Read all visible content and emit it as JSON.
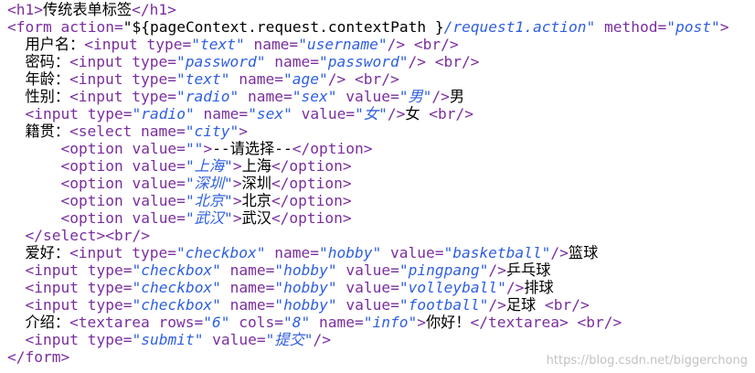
{
  "lines": [
    [
      [
        "t",
        "<h1>"
      ],
      [
        "x",
        "传统表单标签"
      ],
      [
        "t",
        "</h1>"
      ]
    ],
    [
      [
        "t",
        "<form "
      ],
      [
        "a",
        "action="
      ],
      [
        "x",
        "\"${pageContext.request.contextPath }"
      ],
      [
        "v",
        "/request1.action\""
      ],
      [
        "a",
        " method="
      ],
      [
        "v",
        "\"post\""
      ],
      [
        "t",
        ">"
      ]
    ],
    [
      [
        "x",
        "  用户名："
      ],
      [
        "t",
        "<input "
      ],
      [
        "a",
        "type="
      ],
      [
        "v",
        "\"text\""
      ],
      [
        "a",
        " name="
      ],
      [
        "v",
        "\"username\""
      ],
      [
        "t",
        "/>"
      ],
      [
        "x",
        " "
      ],
      [
        "t",
        "<br/>"
      ]
    ],
    [
      [
        "x",
        "  密码："
      ],
      [
        "t",
        "<input "
      ],
      [
        "a",
        "type="
      ],
      [
        "v",
        "\"password\""
      ],
      [
        "a",
        " name="
      ],
      [
        "v",
        "\"password\""
      ],
      [
        "t",
        "/>"
      ],
      [
        "x",
        " "
      ],
      [
        "t",
        "<br/>"
      ]
    ],
    [
      [
        "x",
        "  年龄："
      ],
      [
        "t",
        "<input "
      ],
      [
        "a",
        "type="
      ],
      [
        "v",
        "\"text\""
      ],
      [
        "a",
        " name="
      ],
      [
        "v",
        "\"age\""
      ],
      [
        "t",
        "/>"
      ],
      [
        "x",
        " "
      ],
      [
        "t",
        "<br/>"
      ]
    ],
    [
      [
        "x",
        "  性别："
      ],
      [
        "t",
        "<input "
      ],
      [
        "a",
        "type="
      ],
      [
        "v",
        "\"radio\""
      ],
      [
        "a",
        " name="
      ],
      [
        "v",
        "\"sex\""
      ],
      [
        "a",
        " value="
      ],
      [
        "v",
        "\"男\""
      ],
      [
        "t",
        "/>"
      ],
      [
        "x",
        "男"
      ]
    ],
    [
      [
        "x",
        "  "
      ],
      [
        "t",
        "<input "
      ],
      [
        "a",
        "type="
      ],
      [
        "v",
        "\"radio\""
      ],
      [
        "a",
        " name="
      ],
      [
        "v",
        "\"sex\""
      ],
      [
        "a",
        " value="
      ],
      [
        "v",
        "\"女\""
      ],
      [
        "t",
        "/>"
      ],
      [
        "x",
        "女 "
      ],
      [
        "t",
        "<br/>"
      ]
    ],
    [
      [
        "x",
        "  籍贯："
      ],
      [
        "t",
        "<select "
      ],
      [
        "a",
        "name="
      ],
      [
        "v",
        "\"city\""
      ],
      [
        "t",
        ">"
      ]
    ],
    [
      [
        "x",
        "      "
      ],
      [
        "t",
        "<option "
      ],
      [
        "a",
        "value="
      ],
      [
        "v",
        "\"\""
      ],
      [
        "t",
        ">"
      ],
      [
        "x",
        "--请选择--"
      ],
      [
        "t",
        "</option>"
      ]
    ],
    [
      [
        "x",
        "      "
      ],
      [
        "t",
        "<option "
      ],
      [
        "a",
        "value="
      ],
      [
        "v",
        "\"上海\""
      ],
      [
        "t",
        ">"
      ],
      [
        "x",
        "上海"
      ],
      [
        "t",
        "</option>"
      ]
    ],
    [
      [
        "x",
        "      "
      ],
      [
        "t",
        "<option "
      ],
      [
        "a",
        "value="
      ],
      [
        "v",
        "\"深圳\""
      ],
      [
        "t",
        ">"
      ],
      [
        "x",
        "深圳"
      ],
      [
        "t",
        "</option>"
      ]
    ],
    [
      [
        "x",
        "      "
      ],
      [
        "t",
        "<option "
      ],
      [
        "a",
        "value="
      ],
      [
        "v",
        "\"北京\""
      ],
      [
        "t",
        ">"
      ],
      [
        "x",
        "北京"
      ],
      [
        "t",
        "</option>"
      ]
    ],
    [
      [
        "x",
        "      "
      ],
      [
        "t",
        "<option "
      ],
      [
        "a",
        "value="
      ],
      [
        "v",
        "\"武汉\""
      ],
      [
        "t",
        ">"
      ],
      [
        "x",
        "武汉"
      ],
      [
        "t",
        "</option>"
      ]
    ],
    [
      [
        "x",
        "  "
      ],
      [
        "t",
        "</select><br/>"
      ]
    ],
    [
      [
        "x",
        "  爱好："
      ],
      [
        "t",
        "<input "
      ],
      [
        "a",
        "type="
      ],
      [
        "v",
        "\"checkbox\""
      ],
      [
        "a",
        " name="
      ],
      [
        "v",
        "\"hobby\""
      ],
      [
        "a",
        " value="
      ],
      [
        "v",
        "\"basketball\""
      ],
      [
        "t",
        "/>"
      ],
      [
        "x",
        "篮球"
      ]
    ],
    [
      [
        "x",
        "  "
      ],
      [
        "t",
        "<input "
      ],
      [
        "a",
        "type="
      ],
      [
        "v",
        "\"checkbox\""
      ],
      [
        "a",
        " name="
      ],
      [
        "v",
        "\"hobby\""
      ],
      [
        "a",
        " value="
      ],
      [
        "v",
        "\"pingpang\""
      ],
      [
        "t",
        "/>"
      ],
      [
        "x",
        "乒乓球"
      ]
    ],
    [
      [
        "x",
        "  "
      ],
      [
        "t",
        "<input "
      ],
      [
        "a",
        "type="
      ],
      [
        "v",
        "\"checkbox\""
      ],
      [
        "a",
        " name="
      ],
      [
        "v",
        "\"hobby\""
      ],
      [
        "a",
        " value="
      ],
      [
        "v",
        "\"volleyball\""
      ],
      [
        "t",
        "/>"
      ],
      [
        "x",
        "排球"
      ]
    ],
    [
      [
        "x",
        "  "
      ],
      [
        "t",
        "<input "
      ],
      [
        "a",
        "type="
      ],
      [
        "v",
        "\"checkbox\""
      ],
      [
        "a",
        " name="
      ],
      [
        "v",
        "\"hobby\""
      ],
      [
        "a",
        " value="
      ],
      [
        "v",
        "\"football\""
      ],
      [
        "t",
        "/>"
      ],
      [
        "x",
        "足球 "
      ],
      [
        "t",
        "<br/>"
      ]
    ],
    [
      [
        "x",
        "  介绍："
      ],
      [
        "t",
        "<textarea "
      ],
      [
        "a",
        "rows="
      ],
      [
        "v",
        "\"6\""
      ],
      [
        "a",
        " cols="
      ],
      [
        "v",
        "\"8\""
      ],
      [
        "a",
        " name="
      ],
      [
        "v",
        "\"info\""
      ],
      [
        "t",
        ">"
      ],
      [
        "x",
        "你好！"
      ],
      [
        "t",
        "</textarea>"
      ],
      [
        "x",
        " "
      ],
      [
        "t",
        "<br/>"
      ]
    ],
    [
      [
        "x",
        "  "
      ],
      [
        "t",
        "<input "
      ],
      [
        "a",
        "type="
      ],
      [
        "v",
        "\"submit\""
      ],
      [
        "a",
        " value="
      ],
      [
        "v",
        "\"提交\""
      ],
      [
        "t",
        "/>"
      ]
    ],
    [
      [
        "t",
        "</form>"
      ]
    ]
  ],
  "watermark": "https://blog.csdn.net/biggerchong",
  "colors": {
    "tag": "#7a2e9e",
    "attr_value": "#2f5fe0",
    "text": "#000000",
    "background": "#ffffff",
    "watermark": "#c2c2c2"
  }
}
